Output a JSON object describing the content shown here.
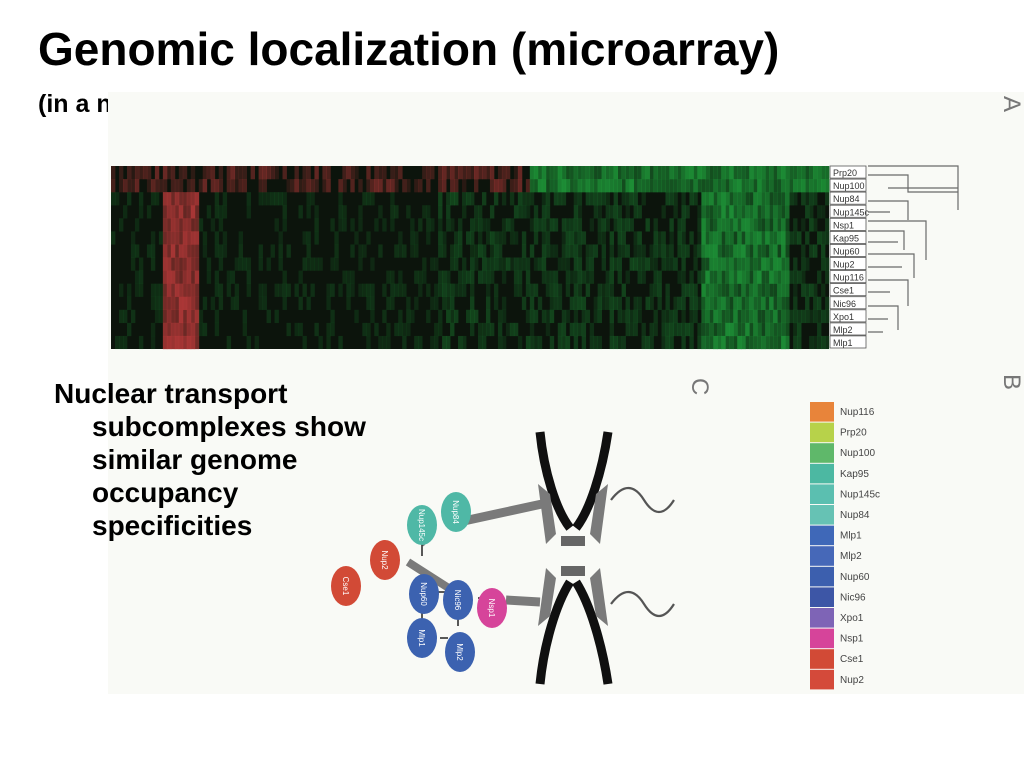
{
  "slide": {
    "title": "Genomic localization (microarray)",
    "subtitle": "(in a nutshell)",
    "caption_lines": [
      "Nuclear transport",
      "subcomplexes show",
      "similar genome",
      "occupancy",
      "specificities"
    ]
  },
  "figure": {
    "panel_labels": [
      "A",
      "B",
      "C"
    ],
    "heatmap": {
      "colors": {
        "low": "#1f9a3a",
        "mid": "#0c140c",
        "high": "#b93a3a"
      },
      "row_labels": [
        "Prp20",
        "Nup100",
        "Nup84",
        "Nup145c",
        "Nsp1",
        "Kap95",
        "Nup60",
        "Nup2",
        "Nup116",
        "Cse1",
        "Nic96",
        "Xpo1",
        "Mlp2",
        "Mlp1"
      ]
    },
    "legend": {
      "items": [
        {
          "label": "Nup116",
          "color": "#e8843a"
        },
        {
          "label": "Prp20",
          "color": "#b7d24a"
        },
        {
          "label": "Nup100",
          "color": "#5fb86a"
        },
        {
          "label": "Kap95",
          "color": "#4cb8a2"
        },
        {
          "label": "Nup145c",
          "color": "#5bbfb0"
        },
        {
          "label": "Nup84",
          "color": "#66c2b4"
        },
        {
          "label": "Mlp1",
          "color": "#3f68b8"
        },
        {
          "label": "Mlp2",
          "color": "#4668b8"
        },
        {
          "label": "Nup60",
          "color": "#3c5fae"
        },
        {
          "label": "Nic96",
          "color": "#3d56a6"
        },
        {
          "label": "Xpo1",
          "color": "#7e64b6"
        },
        {
          "label": "Nsp1",
          "color": "#d6449a"
        },
        {
          "label": "Cse1",
          "color": "#d24a36"
        },
        {
          "label": "Nup2",
          "color": "#d44a3a"
        }
      ]
    },
    "network": {
      "nodes": [
        {
          "label": "Nup84",
          "color": "#4fb8a6"
        },
        {
          "label": "Nup145c",
          "color": "#4fb8a6"
        },
        {
          "label": "Nup2",
          "color": "#d24a36"
        },
        {
          "label": "Cse1",
          "color": "#d24a36"
        },
        {
          "label": "Nup60",
          "color": "#3c62b0"
        },
        {
          "label": "Nic96",
          "color": "#3c62b0"
        },
        {
          "label": "Nsp1",
          "color": "#d6449a"
        },
        {
          "label": "Mlp1",
          "color": "#3c62b0"
        },
        {
          "label": "Mlp2",
          "color": "#3c62b0"
        }
      ]
    }
  }
}
